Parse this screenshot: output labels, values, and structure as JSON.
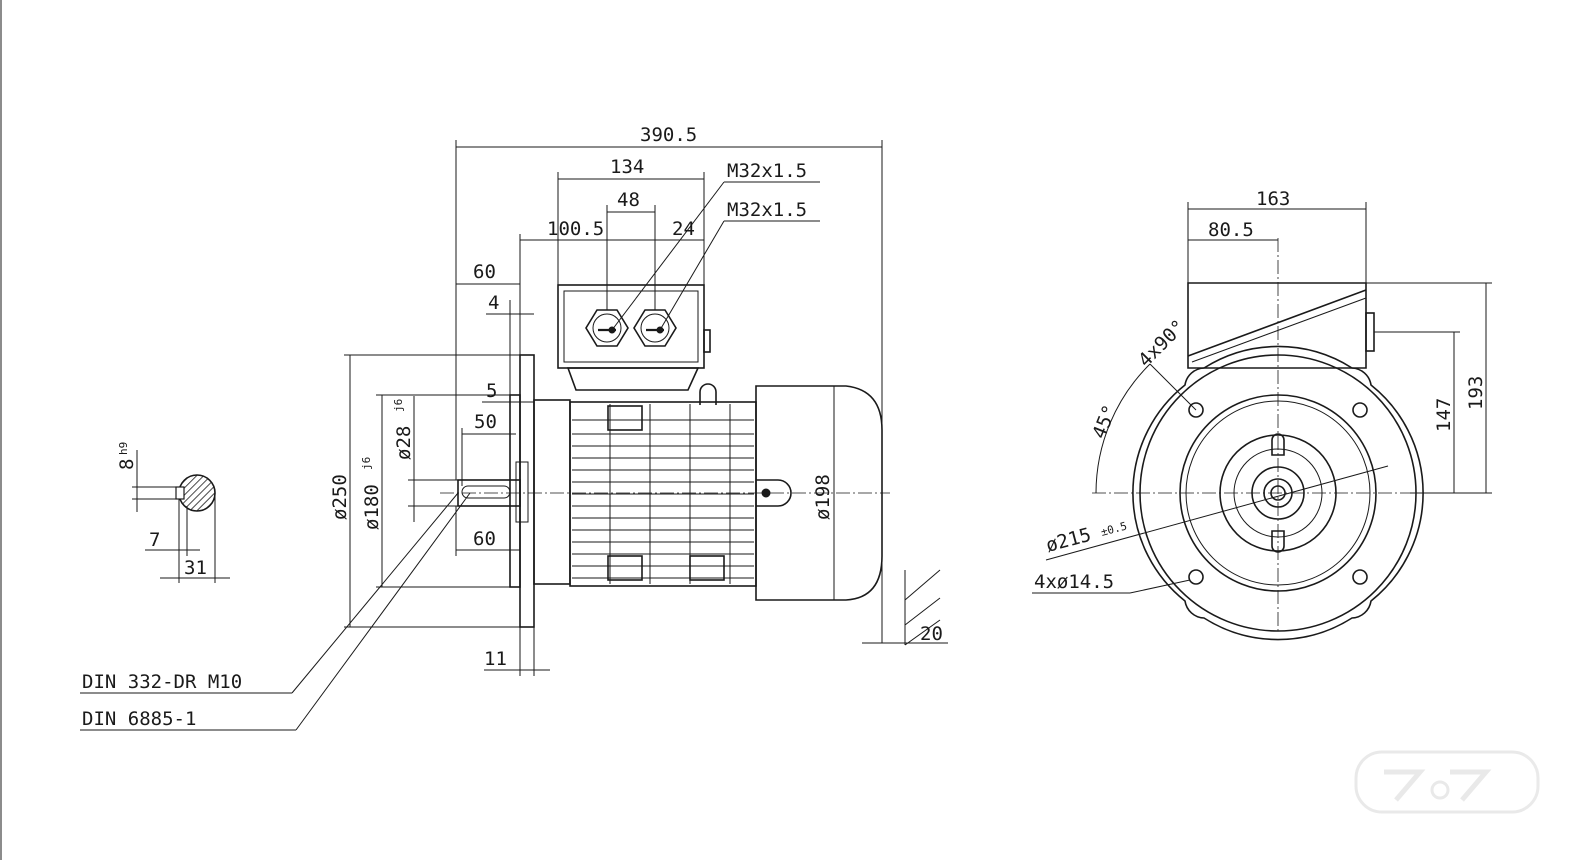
{
  "side_view": {
    "overall_length": "390.5",
    "terminal_box_width": "134",
    "gland_spacing": "48",
    "box_offset": "100.5",
    "gland_offset": "24",
    "cable_gland_1": "M32x1.5",
    "cable_gland_2": "M32x1.5",
    "flange_to_box": "60",
    "flange_thickness_top": "4",
    "spigot_depth": "5",
    "flange_diameter": "ø250",
    "spigot_diameter": "ø180",
    "spigot_tolerance": "j6",
    "shaft_diameter": "ø28",
    "shaft_tolerance": "j6",
    "key_length": "50",
    "shaft_length": "60",
    "flange_thickness": "11",
    "body_diameter": "ø198",
    "fan_clearance": "20"
  },
  "shaft_section": {
    "key_width": "8",
    "key_tolerance": "h9",
    "key_depth": "7",
    "shaft_height": "31"
  },
  "front_view": {
    "box_width": "163",
    "box_half_width": "80.5",
    "total_height": "193",
    "box_axis_height": "147",
    "hole_pattern": "4x90°",
    "hole_angle": "45°",
    "pitch_circle": "ø215",
    "pitch_tolerance": "±0.5",
    "mounting_holes": "4xø14.5"
  },
  "notes": {
    "center_hole": "DIN 332-DR M10",
    "key_standard": "DIN 6885-1"
  }
}
